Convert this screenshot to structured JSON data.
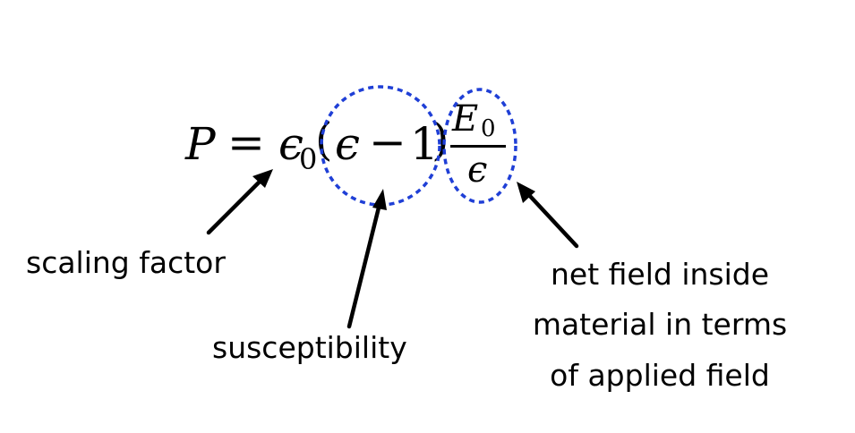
{
  "equation": {
    "lhs": "P",
    "equals": "=",
    "epsilon0_base": "ϵ",
    "epsilon0_sub": "0",
    "open_paren": "(",
    "epsilon": "ϵ",
    "minus": "−",
    "one": "1",
    "close_paren": ")",
    "frac_num_base": "E",
    "frac_num_sub": "0",
    "frac_den": "ϵ"
  },
  "annotations": {
    "scaling_factor": "scaling factor",
    "susceptibility": "susceptibility",
    "net_field_line1": "net field inside",
    "net_field_line2": "material in terms",
    "net_field_line3": "of applied field"
  },
  "colors": {
    "highlight_circle": "#1f3fd6",
    "text": "#000000",
    "arrow": "#000000",
    "background": "#ffffff"
  }
}
